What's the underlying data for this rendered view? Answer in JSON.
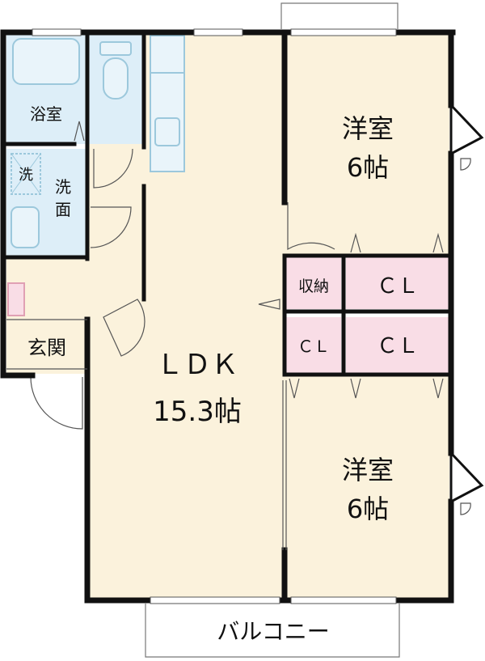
{
  "rooms": {
    "bath": "浴室",
    "washer": "洗",
    "washroom_line1": "洗",
    "washroom_line2": "面",
    "entrance": "玄関",
    "ldk_name": "ＬＤＫ",
    "ldk_size": "15.3帖",
    "west_upper_name": "洋室",
    "west_upper_size": "6帖",
    "storage": "収納",
    "cl_upper": "ＣＬ",
    "cl_small": "ＣＬ",
    "cl_lower": "ＣＬ",
    "west_lower_name": "洋室",
    "west_lower_size": "6帖",
    "balcony": "バルコニー"
  },
  "colors": {
    "floor_main": "#fbf2dc",
    "floor_wet": "#ddeef8",
    "closet": "#f9dde6",
    "wall": "#111111",
    "fixture": "#9cc8dc"
  }
}
